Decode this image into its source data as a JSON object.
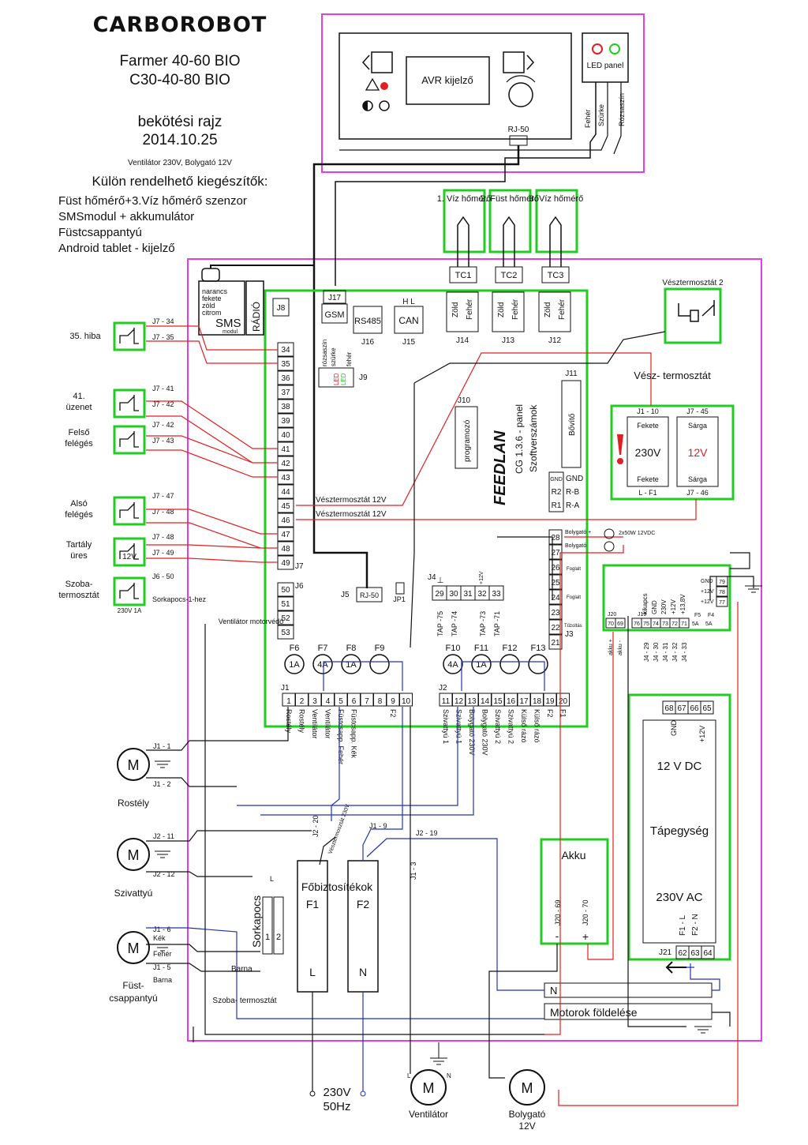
{
  "header": {
    "brand": "CARBOROBOT",
    "model_line1": "Farmer 40-60 BIO",
    "model_line2": "C30-40-80 BIO",
    "doc_type": "bekötési rajz",
    "date": "2014.10.25",
    "note": "Ventilátor 230V, Bolygató 12V",
    "extras_title": "Külön rendelhető kiegészítők:",
    "extras": [
      "Füst hőmérő+3.Víz hőmérő szenzor",
      "SMSmodul + akkumulátor",
      "Füstcsappantyú",
      "Android tablet - kijelző"
    ]
  },
  "display_unit": {
    "avr": "AVR kijelző",
    "rj50": "RJ-50",
    "led_panel": "LED panel",
    "wires": [
      "Fehér",
      "Szürke",
      "Rózsaszín"
    ]
  },
  "sensors": [
    {
      "name": "1. Víz hőmérő",
      "tc": "TC1",
      "conn": "J14"
    },
    {
      "name": "2. Füst hőmérő",
      "tc": "TC2",
      "conn": "J13"
    },
    {
      "name": "3. Víz hőmérő",
      "tc": "TC3",
      "conn": "J12"
    }
  ],
  "sensor_wires": [
    "Zöld",
    "Fehér"
  ],
  "board": {
    "title": "FEEDLAN",
    "subtitle": "CG 1.3.6 - panel",
    "subtitle2": "Szoftverszámok",
    "sms": "SMS",
    "sms_sub": "modul",
    "sms_wires": [
      "narancs",
      "fekete",
      "zöld",
      "citrom"
    ],
    "radio": "RÁDIÓ",
    "j8": "J8",
    "j17": "J17",
    "gsm": "GSM",
    "rs485": "RS485",
    "j16": "J16",
    "can": "CAN",
    "can_hl": "H  L",
    "j15": "J15",
    "j9": "J9",
    "j9_wires": [
      "rózsaszín",
      "szürke",
      "LED",
      "LED",
      "fehér"
    ],
    "j10": "J10",
    "programozo": "programozó",
    "j11": "J11",
    "bovito": "Bővítő",
    "gnd_rows": [
      "GND",
      "R-B",
      "R-A"
    ],
    "gnd_keys": [
      "GND",
      "R2",
      "R1"
    ],
    "j5": "J5",
    "j5_conn": "RJ-50",
    "jp1": "JP1",
    "j4": "J4",
    "j3": "J3",
    "j7": "J7",
    "j6": "J6",
    "j1": "J1",
    "j2": "J2",
    "vent_protect": "Ventilátor motorvédő",
    "vt12a": "Vésztermosztát 12V",
    "vt12b": "Vésztermosztát 12V",
    "sorkapocs1": "Sorkapocs-1-hez",
    "foglalt1": "Foglalt",
    "foglalt2": "Foglalt",
    "tuzoltas": "Tűzoltás",
    "bolygato_plus": "Bolygató +",
    "bolygato": "Bolygató",
    "lamp": "2x50W 12VDC"
  },
  "j7_pins": [
    "34",
    "35",
    "36",
    "37",
    "38",
    "39",
    "40",
    "41",
    "42",
    "43",
    "44",
    "45",
    "46",
    "47",
    "48",
    "49"
  ],
  "j6_pins": [
    "50",
    "51",
    "52",
    "53"
  ],
  "j3_pins": [
    "28",
    "27",
    "26",
    "25",
    "24",
    "23",
    "22",
    "21"
  ],
  "j4_pins": [
    "29",
    "30",
    "31",
    "32",
    "33"
  ],
  "j4_tap": [
    "TAP -75",
    "TAP -74",
    "TAP -73",
    "TAP -71"
  ],
  "j4_top": [
    "⊥",
    "+12V"
  ],
  "fuses_left": [
    {
      "n": "F6",
      "v": "1A"
    },
    {
      "n": "F7",
      "v": "4A"
    },
    {
      "n": "F8",
      "v": "1A"
    },
    {
      "n": "F9",
      "v": ""
    }
  ],
  "fuses_right": [
    {
      "n": "F10",
      "v": "4A"
    },
    {
      "n": "F11",
      "v": "1A"
    },
    {
      "n": "F12",
      "v": ""
    },
    {
      "n": "F13",
      "v": ""
    }
  ],
  "j1_pins": [
    "1",
    "2",
    "3",
    "4",
    "5",
    "6",
    "7",
    "8",
    "9",
    "10"
  ],
  "j2_pins": [
    "11",
    "12",
    "13",
    "14",
    "15",
    "16",
    "17",
    "18",
    "19",
    "20"
  ],
  "j1_labels": [
    "Rostély",
    "Rostély",
    "Ventilátor",
    "Ventilátor",
    "Füstcsapp. Fehér",
    "Füstcsapp. Kék",
    "",
    "",
    "F2",
    ""
  ],
  "j2_labels": [
    "Szivattyú 1",
    "Szivattyú 1",
    "Bolygató 230V",
    "Bolygató 230V",
    "Szivattyú 2",
    "Szivattyú 2",
    "Külső rázó",
    "Külső rázó",
    "F2",
    "F1"
  ],
  "inputs": [
    {
      "name": "35. hiba",
      "a": "J7 - 34",
      "b": "J7 - 35"
    },
    {
      "name": "41. üzenet",
      "a": "J7 - 41",
      "b": "J7 - 42"
    },
    {
      "name": "Felső felégés",
      "a": "J7 - 42",
      "b": "J7 - 43"
    },
    {
      "name": "Alsó felégés",
      "a": "J7 - 47",
      "b": "J7 - 48"
    },
    {
      "name": "Tartály üres",
      "a": "J7 - 48",
      "b": "J7 - 49"
    },
    {
      "name": "Szoba- termosztát",
      "a": "J6 - 50",
      "b": "Sorkapocs-1-hez"
    }
  ],
  "tartaly_12v": "12V",
  "szoba_230": "230V 1A",
  "vesztermosztat2": "Vésztermosztát 2",
  "vesztermosztat": {
    "title": "Vész- termosztát",
    "left_top": "J1 - 10",
    "right_top": "J7 - 45",
    "left_c1": "Fekete",
    "left_c2": "230V",
    "left_c3": "Fekete",
    "right_c1": "Sárga",
    "right_c2": "12V",
    "right_c3": "Sárga",
    "left_bot": "L - F1",
    "right_bot": "J7 - 46"
  },
  "kikapcs_block": {
    "pins_top": [
      "GND",
      "+12V",
      "+12V"
    ],
    "pins_top_n": [
      "79",
      "78",
      "77"
    ],
    "j19": [
      "76",
      "75",
      "74",
      "73",
      "72",
      "71"
    ],
    "j19_label": "J19",
    "j20": [
      "70",
      "69"
    ],
    "j20_label": "J20",
    "fuses": [
      "F5",
      "F4",
      "5A",
      "5A"
    ],
    "vlabels": [
      "kikapcs",
      "GND",
      "230V",
      "+12V",
      "+13,8V"
    ],
    "j4_refs": [
      "J4 - 29",
      "J4 - 30",
      "J4 - 31",
      "J4 - 32",
      "J4 - 33"
    ],
    "akku_refs": [
      "akku +",
      "akku -"
    ]
  },
  "power_supply": {
    "pins": [
      "68",
      "67",
      "66",
      "65"
    ],
    "gnd": "GND",
    "p12": "+12V",
    "line1": "12 V DC",
    "line2": "Tápegység",
    "line3": "230V AC",
    "f1l": "F1 - L",
    "f2n": "F2 - N",
    "j21": "J21",
    "j21_pins": [
      "62",
      "63",
      "64"
    ]
  },
  "akku": {
    "title": "Akku",
    "minus": "J20 - 69",
    "plus": "J20 - 70",
    "sm": "-",
    "sp": "+"
  },
  "motors": [
    {
      "name": "Rostély",
      "a": "J1 - 1",
      "b": "J1 - 2"
    },
    {
      "name": "Szivattyú",
      "a": "J2 - 11",
      "b": "J2 - 12"
    },
    {
      "name": "Füst- csappantyú",
      "a": "J1 - 6",
      "b": "J1 - 5",
      "c1": "Kék",
      "c2": "Fehér",
      "c3": "Barna"
    }
  ],
  "motor_m": "M",
  "sorkapocs": {
    "title": "Sorkapocs",
    "k1": "1",
    "k2": "2",
    "l": "L",
    "barna": "Barna",
    "szoba": "Szoba- termosztát"
  },
  "fobiz": {
    "title": "Főbiztosítékok",
    "f1": "F1",
    "f2": "F2",
    "l": "L",
    "n": "N",
    "j2_20": "J2 - 20",
    "veszterm": "Vésztermosztát 230V",
    "j1_9": "J1 - 9",
    "j2_19": "J2 - 19",
    "j1_3": "J1 - 3"
  },
  "bottom": {
    "n_label": "N",
    "motorok": "Motorok földelése",
    "mains1": "230V",
    "mains2": "50Hz",
    "ventilator": "Ventilátor",
    "bolygato1": "Bolygató",
    "bolygato2": "12V",
    "l": "L",
    "n": "N"
  },
  "colors": {
    "magenta": "#e040e0",
    "green": "#22cc22",
    "red": "#e02020",
    "blue": "#2233bb",
    "black": "#111111"
  }
}
